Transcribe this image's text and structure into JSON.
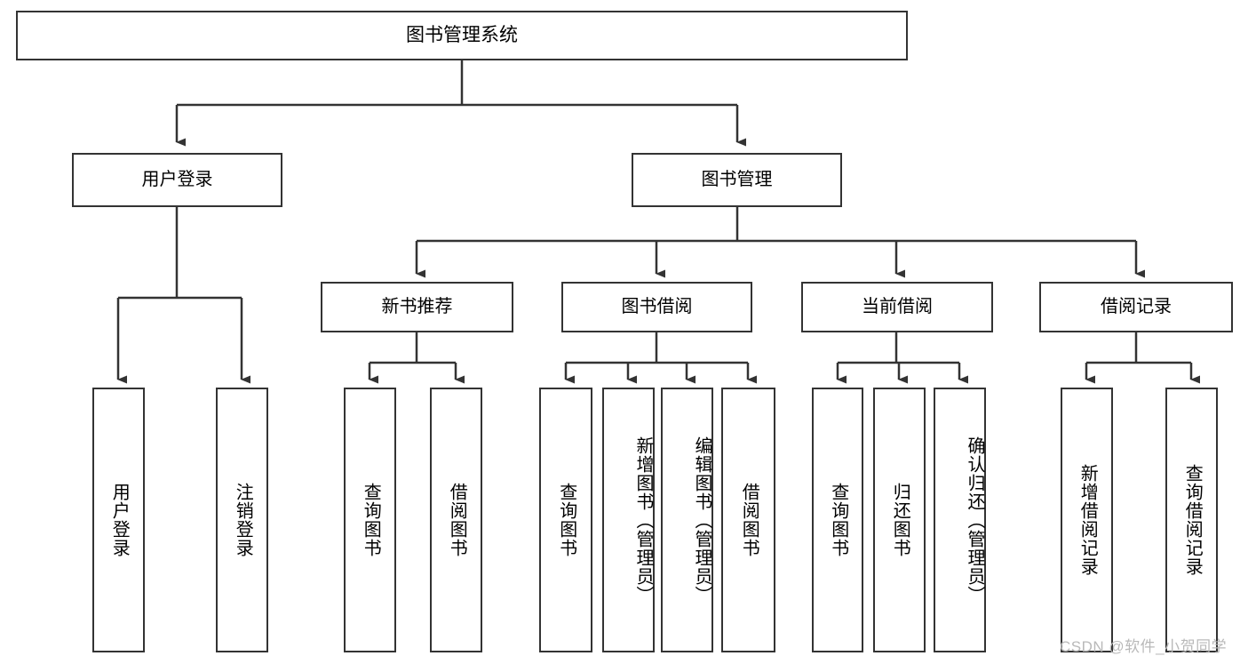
{
  "diagram": {
    "title": "图书管理系统",
    "type": "tree-hierarchy",
    "watermark": "CSDN @软件_小贺同学",
    "colors": {
      "box_border": "#333333",
      "box_fill": "#ffffff",
      "edge": "#333333",
      "text": "#000000",
      "watermark": "#b9b9b9",
      "background": "#ffffff"
    },
    "root": {
      "label": "图书管理系统"
    },
    "level1": [
      {
        "label": "用户登录"
      },
      {
        "label": "图书管理"
      }
    ],
    "level2": [
      {
        "label": "新书推荐"
      },
      {
        "label": "图书借阅"
      },
      {
        "label": "当前借阅"
      },
      {
        "label": "借阅记录"
      }
    ],
    "leaves": {
      "user_login": [
        {
          "label": "用户登录"
        },
        {
          "label": "注销登录"
        }
      ],
      "new_book_recommend": [
        {
          "label": "查询图书"
        },
        {
          "label": "借阅图书"
        }
      ],
      "book_borrow": [
        {
          "label": "查询图书"
        },
        {
          "label": "新增图书（管理员）"
        },
        {
          "label": "编辑图书（管理员）"
        },
        {
          "label": "借阅图书"
        }
      ],
      "current_borrow": [
        {
          "label": "查询图书"
        },
        {
          "label": "归还图书"
        },
        {
          "label": "确认归还（管理员）"
        }
      ],
      "borrow_record": [
        {
          "label": "新增借阅记录"
        },
        {
          "label": "查询借阅记录"
        }
      ]
    }
  }
}
